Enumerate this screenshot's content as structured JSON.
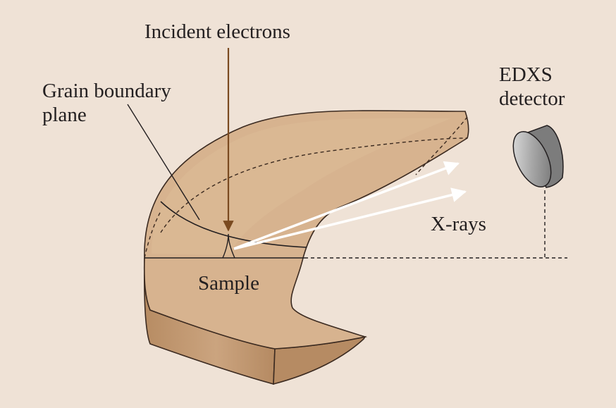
{
  "labels": {
    "incident_electrons": "Incident electrons",
    "grain_boundary_line1": "Grain boundary",
    "grain_boundary_line2": "plane",
    "detector_line1": "EDXS",
    "detector_line2": "detector",
    "xrays": "X-rays",
    "sample": "Sample"
  },
  "colors": {
    "background": "#efe2d6",
    "sample_top": "#d7b38f",
    "sample_side": "#c09870",
    "sample_edge_dark": "#a77f5c",
    "outline": "#3b2a20",
    "beam": "#7a4a20",
    "detector_face": "#b9b9b9",
    "detector_body": "#888888"
  }
}
